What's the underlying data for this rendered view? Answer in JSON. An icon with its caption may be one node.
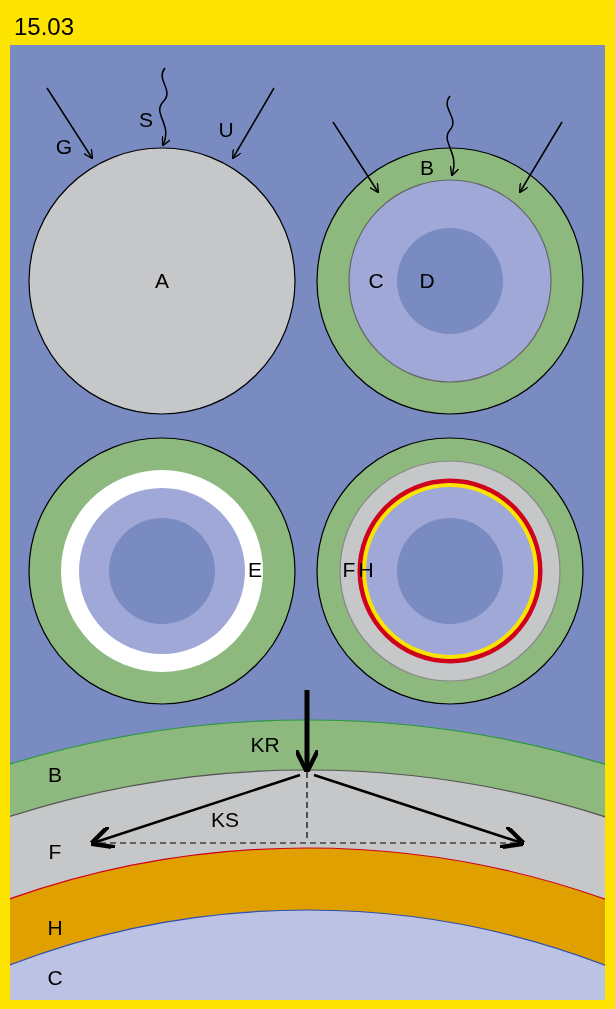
{
  "diagram": {
    "title": "15.03",
    "labels": [
      "S",
      "U",
      "G",
      "B",
      "A",
      "C",
      "D",
      "E",
      "F",
      "H",
      "KR",
      "B",
      "KS",
      "F",
      "H",
      "C"
    ]
  }
}
